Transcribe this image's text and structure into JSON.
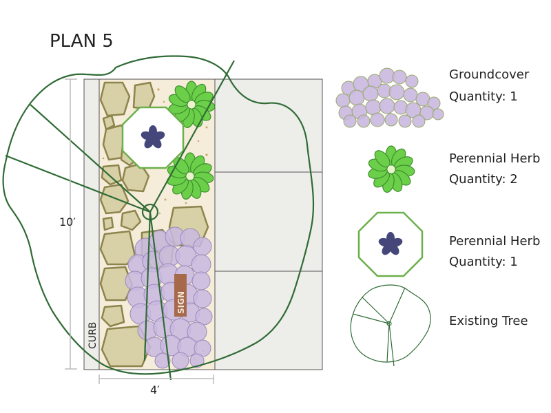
{
  "title": "PLAN 5",
  "dimensions": {
    "height_label": "10′",
    "width_label": "4′"
  },
  "labels": {
    "curb": "CURB",
    "sign": "SIGN"
  },
  "legend": [
    {
      "icon": "groundcover-icon",
      "name": "Groundcover",
      "quantity": "Quantity: 1"
    },
    {
      "icon": "perennial-herb-green-icon",
      "name": "Perennial Herb",
      "quantity": "Quantity: 2"
    },
    {
      "icon": "perennial-herb-octagon-icon",
      "name": "Perennial Herb",
      "quantity": "Quantity: 1"
    },
    {
      "icon": "existing-tree-icon",
      "name": "Existing Tree",
      "quantity": ""
    }
  ],
  "colors": {
    "tree_outline": "#2f6b35",
    "stone_fill": "#d8d0a6",
    "stone_stroke": "#8c844c",
    "herb_green": "#6bcf4a",
    "groundcover": "#c9b8e0",
    "flower_center": "#45477a",
    "sign": "#a66a4a",
    "sidewalk": "#ededea"
  }
}
